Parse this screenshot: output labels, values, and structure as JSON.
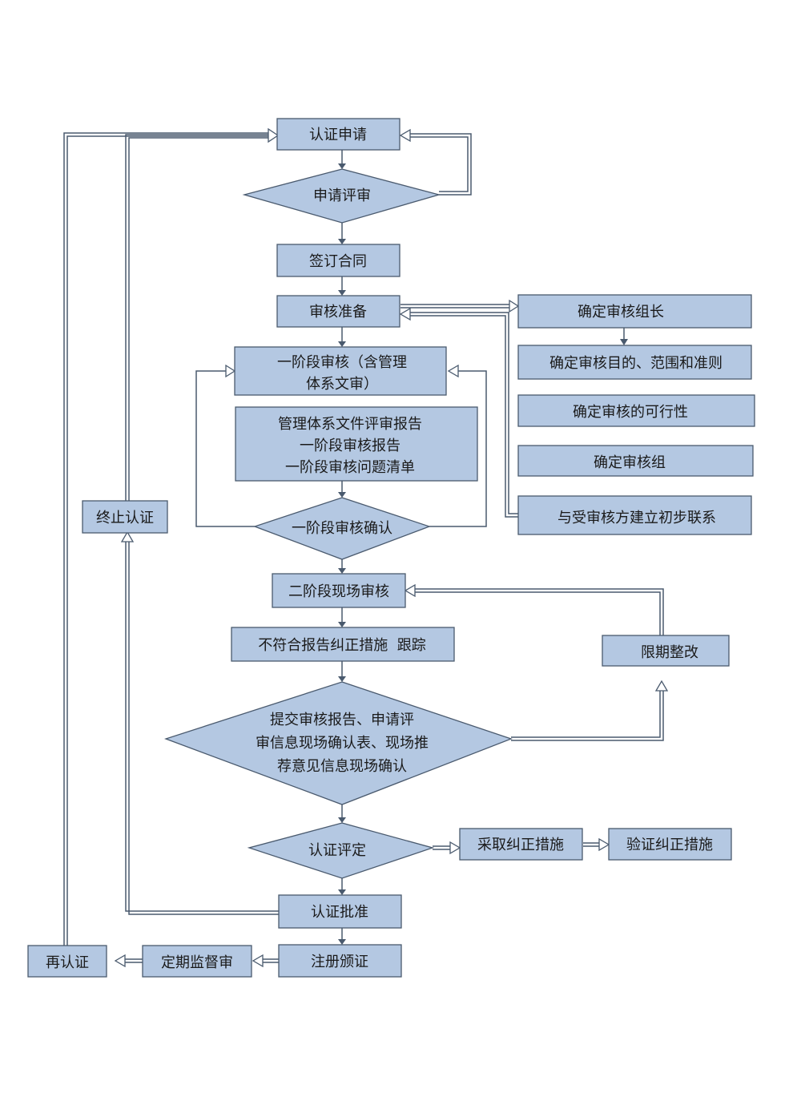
{
  "colors": {
    "node_fill": "#b4c8e2",
    "node_stroke": "#4a5a6e",
    "connector": "#4a5a6e",
    "background": "#ffffff"
  },
  "nodes": {
    "apply": "认证申请",
    "apply_review": "申请评审",
    "sign_contract": "签订合同",
    "audit_prep": "审核准备",
    "stage1_line1": "一阶段审核（含管理",
    "stage1_line2": "体系文审）",
    "reports_line1": "管理体系文件评审报告",
    "reports_line2": "一阶段审核报告",
    "reports_line3": "一阶段审核问题清单",
    "stage1_confirm": "一阶段审核确认",
    "stage2": "二阶段现场审核",
    "nc_track": "不符合报告纠正措施  跟踪",
    "submit_line1": "提交审核报告、申请评",
    "submit_line2": "审信息现场确认表、现场推",
    "submit_line3": "荐意见信息现场确认",
    "cert_decision": "认证评定",
    "corrective": "采取纠正措施",
    "verify": "验证纠正措施",
    "approve": "认证批准",
    "register": "注册颁证",
    "surveillance": "定期监督审",
    "recert": "再认证",
    "terminate": "终止认证",
    "deadline_fix": "限期整改",
    "leader": "确定审核组长",
    "objectives": "确定审核目的、范围和准则",
    "feasibility": "确定审核的可行性",
    "team": "确定审核组",
    "contact": "与受审核方建立初步联系"
  }
}
